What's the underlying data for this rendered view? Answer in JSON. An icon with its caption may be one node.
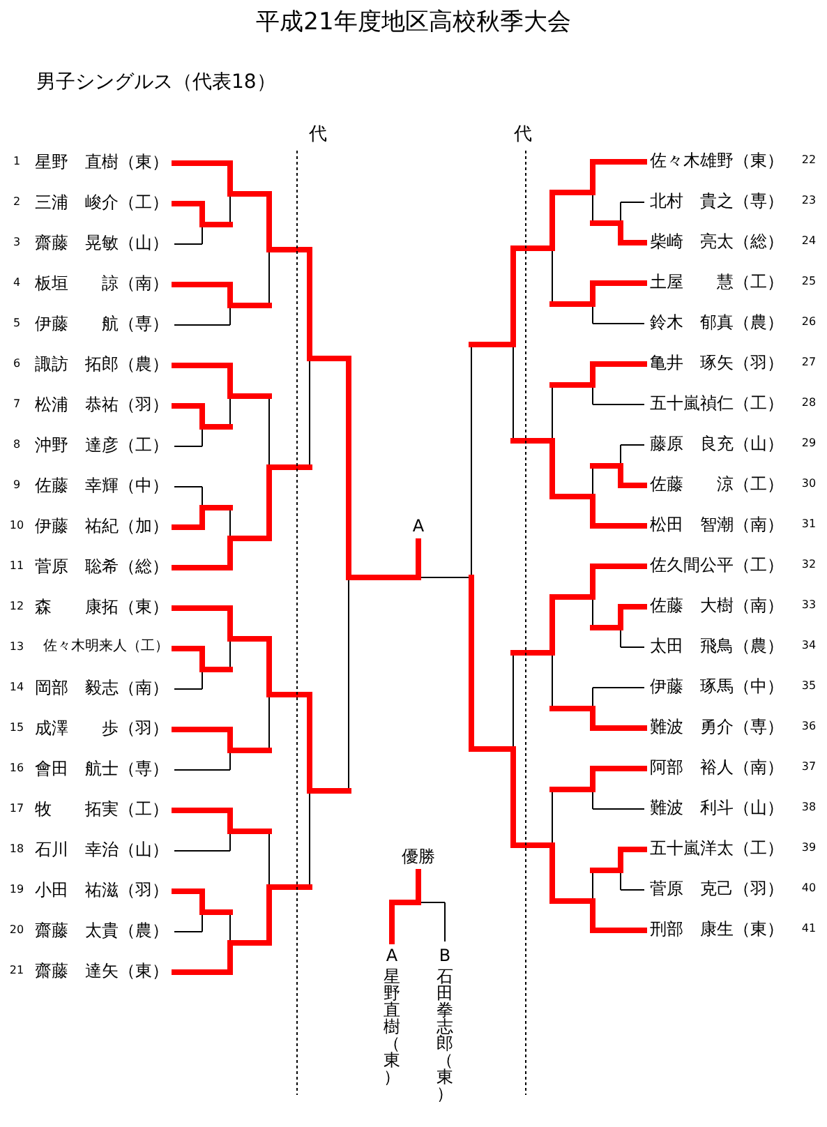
{
  "diagram": {
    "title": "平成21年度地区高校秋季大会",
    "nodes": [
      {
        "text": [
          "星野　直樹（東）"
        ],
        "beside": [
          "1"
        ]
      },
      {
        "text": [
          "三浦　峻介（工）"
        ],
        "beside": [
          "2"
        ]
      },
      {
        "text": [
          "齋藤　晃敏（山）"
        ],
        "beside": [
          "3"
        ]
      },
      {
        "text": [
          "板垣　　諒（南）"
        ],
        "beside": [
          "4"
        ]
      },
      {
        "text": [
          "伊藤　　航（専）"
        ],
        "beside": [
          "5"
        ]
      },
      {
        "text": [
          "諏訪　拓郎（農）"
        ],
        "beside": [
          "6"
        ]
      },
      {
        "text": [
          "松浦　恭祐（羽）"
        ],
        "beside": [
          "7"
        ]
      },
      {
        "text": [
          "沖野　達彦（工）"
        ],
        "beside": [
          "8"
        ]
      },
      {
        "text": [
          "佐藤　幸輝（中）"
        ],
        "beside": [
          "9"
        ]
      },
      {
        "text": [
          "伊藤　祐紀（加）"
        ],
        "beside": [
          "10"
        ]
      },
      {
        "text": [
          "菅原　聡希（総）"
        ],
        "beside": [
          "11"
        ]
      },
      {
        "text": [
          "森　　康拓（東）"
        ],
        "beside": [
          "12"
        ]
      },
      {
        "text": [
          "佐々木明来人（工）"
        ],
        "beside": [
          "13"
        ]
      },
      {
        "text": [
          "岡部　毅志（南）"
        ],
        "beside": [
          "14"
        ]
      },
      {
        "text": [
          "成澤　　歩（羽）"
        ],
        "beside": [
          "15"
        ]
      },
      {
        "text": [
          "會田　航士（専）"
        ],
        "beside": [
          "16"
        ]
      },
      {
        "text": [
          "牧　　拓実（工）"
        ],
        "beside": [
          "17"
        ]
      },
      {
        "text": [
          "石川　幸治（山）"
        ],
        "beside": [
          "18"
        ]
      },
      {
        "text": [
          "小田　祐滋（羽）"
        ],
        "beside": [
          "19"
        ]
      },
      {
        "text": [
          "齋藤　太貴（農）"
        ],
        "beside": [
          "20"
        ]
      },
      {
        "text": [
          "齋藤　達矢（東）"
        ],
        "beside": [
          "21"
        ]
      },
      {
        "text": [
          "佐々木雄野（東）"
        ],
        "beside": [
          "22"
        ]
      },
      {
        "text": [
          "北村　貴之（専）"
        ],
        "beside": [
          "23"
        ]
      },
      {
        "text": [
          "柴崎　亮太（総）"
        ],
        "beside": [
          "24"
        ]
      },
      {
        "text": [
          "土屋　　慧（工）"
        ],
        "beside": [
          "25"
        ]
      },
      {
        "text": [
          "鈴木　郁真（農）"
        ],
        "beside": [
          "26"
        ]
      },
      {
        "text": [
          "亀井　琢矢（羽）"
        ],
        "beside": [
          "27"
        ]
      },
      {
        "text": [
          "五十嵐禎仁（工）"
        ],
        "beside": [
          "28"
        ]
      },
      {
        "text": [
          "藤原　良充（山）"
        ],
        "beside": [
          "29"
        ]
      },
      {
        "text": [
          "佐藤　　涼（工）"
        ],
        "beside": [
          "30"
        ]
      },
      {
        "text": [
          "松田　智潮（南）"
        ],
        "beside": [
          "31"
        ]
      },
      {
        "text": [
          "佐久間公平（工）"
        ],
        "beside": [
          "32"
        ]
      },
      {
        "text": [
          "佐藤　大樹（南）"
        ],
        "beside": [
          "33"
        ]
      },
      {
        "text": [
          "太田　飛鳥（農）"
        ],
        "beside": [
          "34"
        ]
      },
      {
        "text": [
          "伊藤　琢馬（中）"
        ],
        "beside": [
          "35"
        ]
      },
      {
        "text": [
          "難波　勇介（専）"
        ],
        "beside": [
          "36"
        ]
      },
      {
        "text": [
          "阿部　裕人（南）"
        ],
        "beside": [
          "37"
        ]
      },
      {
        "text": [
          "難波　利斗（山）"
        ],
        "beside": [
          "38"
        ]
      },
      {
        "text": [
          "五十嵐洋太（工）"
        ],
        "beside": [
          "39"
        ]
      },
      {
        "text": [
          "菅原　克己（羽）"
        ],
        "beside": [
          "40"
        ]
      },
      {
        "text": [
          "刑部　康生（東）"
        ],
        "beside": [
          "41"
        ]
      }
    ],
    "labels": [
      "男子シングルス（代表18）",
      "代",
      "代",
      "A",
      "優勝",
      "A",
      "B",
      "星野直樹（東）",
      "石田拳志郎（東）"
    ]
  }
}
